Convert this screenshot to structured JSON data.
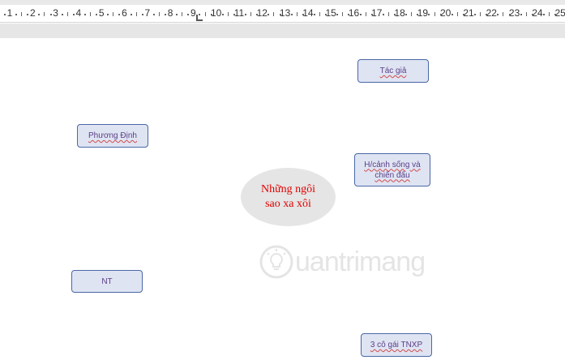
{
  "ruler": {
    "numbers": [
      "1",
      "2",
      "3",
      "4",
      "5",
      "6",
      "7",
      "8",
      "9",
      "10",
      "11",
      "12",
      "13",
      "14",
      "15",
      "16",
      "17",
      "18",
      "19",
      "20",
      "21",
      "22",
      "23",
      "24",
      "25"
    ]
  },
  "diagram": {
    "center_text": "Những ngôi sao xa xôi",
    "nodes": {
      "tac_gia": "Tác giả",
      "phuong_dinh": "Phương Định",
      "hoan_canh": "H/cảnh sống và chiến đấu",
      "nt": "NT",
      "ba_co_gai": "3 cô gái TNXP"
    }
  },
  "watermark": {
    "text": "uantrimang",
    "icon": "lightbulb-icon"
  },
  "colors": {
    "node_fill": "#dfe4f3",
    "node_border": "#4a67a6",
    "node_text": "#5a3e86",
    "center_fill": "#e5e5e5",
    "center_text": "#e00000"
  }
}
